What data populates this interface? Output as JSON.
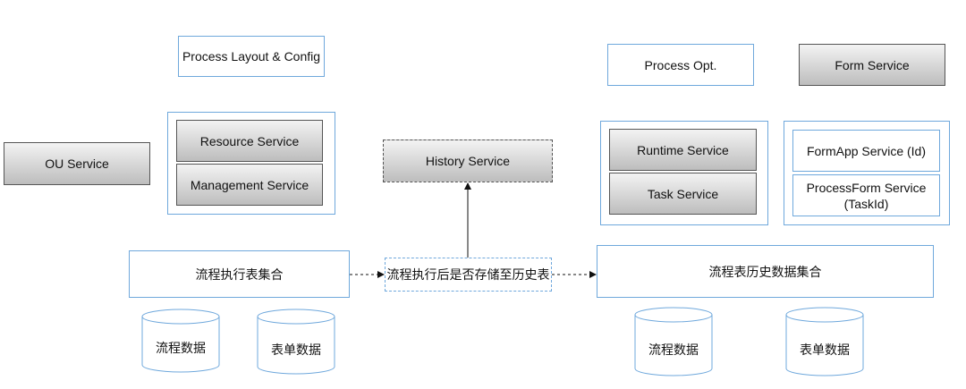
{
  "nodes": {
    "process_layout": "Process Layout & Config",
    "process_opt": "Process Opt.",
    "form_service": "Form Service",
    "ou_service": "OU Service",
    "resource_service": "Resource Service",
    "management_service": "Management Service",
    "history_service": "History Service",
    "runtime_service": "Runtime Service",
    "task_service": "Task Service",
    "formapp_service": "FormApp Service (Id)",
    "processform_service_line1": "ProcessForm Service",
    "processform_service_line2": "(TaskId)",
    "flow_exec_set": "流程执行表集合",
    "flow_store_history": "流程执行后是否存储至历史表",
    "flow_history_set": "流程表历史数据集合"
  },
  "databases": {
    "left_flow_data": "流程数据",
    "left_form_data": "表单数据",
    "right_flow_data": "流程数据",
    "right_form_data": "表单数据"
  },
  "colors": {
    "outline_blue": "#6fa8dc",
    "gray_fill_top": "#f3f3f3",
    "gray_fill_bottom": "#bdbdbd",
    "border_dark": "#555555"
  }
}
